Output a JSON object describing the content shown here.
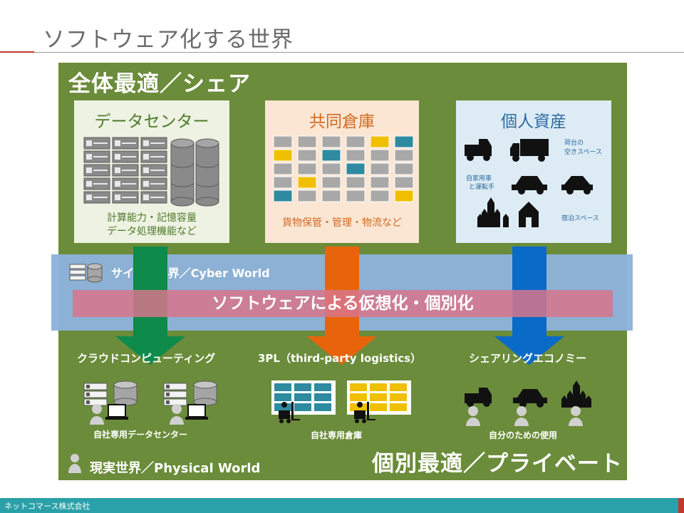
{
  "title": "ソフトウェア化する世界",
  "top_heading": "全体最適／シェア",
  "boxes": {
    "datacenter": {
      "title": "データセンター",
      "caption_line1": "計算能力・記憶容量",
      "caption_line2": "データ処理機能など"
    },
    "warehouse": {
      "title": "共同倉庫",
      "caption": "貨物保管・管理・物流など"
    },
    "personal": {
      "title": "個人資産",
      "label_cargo_line1": "荷台の",
      "label_cargo_line2": "空きスペース",
      "label_car_line1": "自家用車",
      "label_car_line2": "と運転手",
      "label_lodging": "宿泊スペース"
    }
  },
  "cyber": {
    "label": "サイバー世界／Cyber World",
    "virtualization": "ソフトウェアによる仮想化・個別化"
  },
  "sections": {
    "cloud": {
      "label": "クラウドコンピューティング",
      "caption": "自社専用データセンター"
    },
    "logistics": {
      "label": "3PL（third-party logistics）",
      "caption": "自社専用倉庫"
    },
    "sharing": {
      "label": "シェアリングエコノミー",
      "caption": "自分のための使用"
    }
  },
  "physical_label": "現実世界／Physical World",
  "bottom_heading": "個別最適／プライベート",
  "footer": "ネットコマース株式会社",
  "colors": {
    "panel_green": "#6b8c3a",
    "arrow_green": "#0e8a4a",
    "arrow_orange": "#e8640c",
    "arrow_blue": "#0a6ac8",
    "cyber_blue": "#8eb2dc",
    "pink_bar": "#d7768c",
    "footer_teal": "#2aa0a8"
  }
}
